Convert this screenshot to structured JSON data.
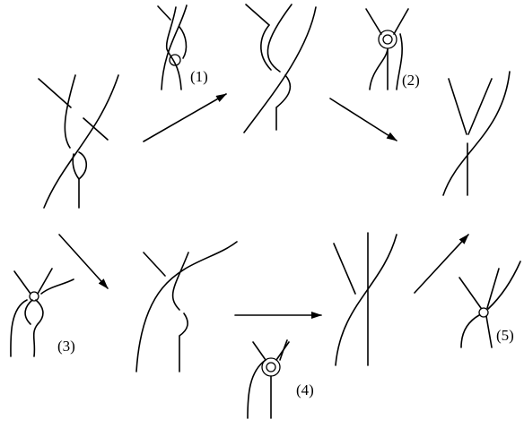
{
  "labels": {
    "move1": "(1)",
    "move2": "(2)",
    "move3": "(3)",
    "move4": "(4)",
    "move5": "(5)"
  }
}
